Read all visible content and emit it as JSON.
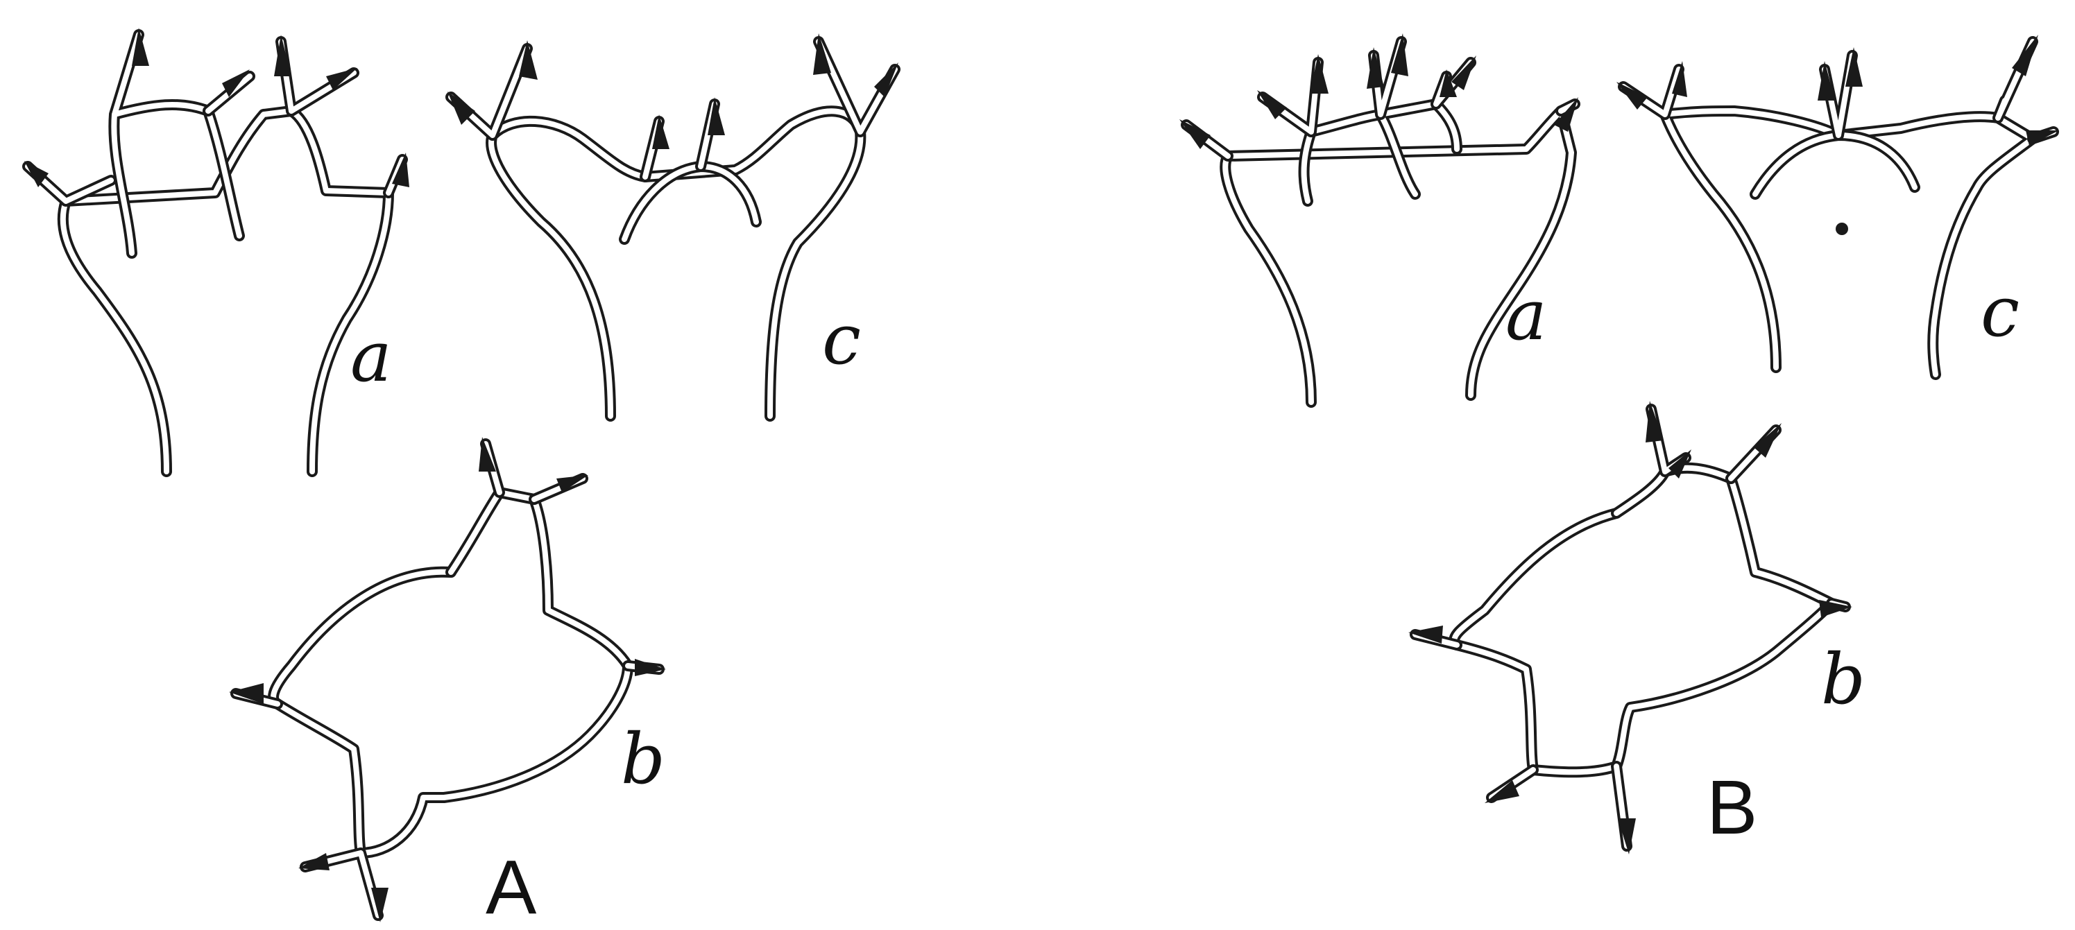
{
  "figure": {
    "panels": [
      {
        "id": "A",
        "caption": "A",
        "views": [
          {
            "label": "a"
          },
          {
            "label": "c"
          },
          {
            "label": "b"
          }
        ]
      },
      {
        "id": "B",
        "caption": "B",
        "views": [
          {
            "label": "a"
          },
          {
            "label": "c"
          },
          {
            "label": "b"
          }
        ]
      }
    ]
  }
}
